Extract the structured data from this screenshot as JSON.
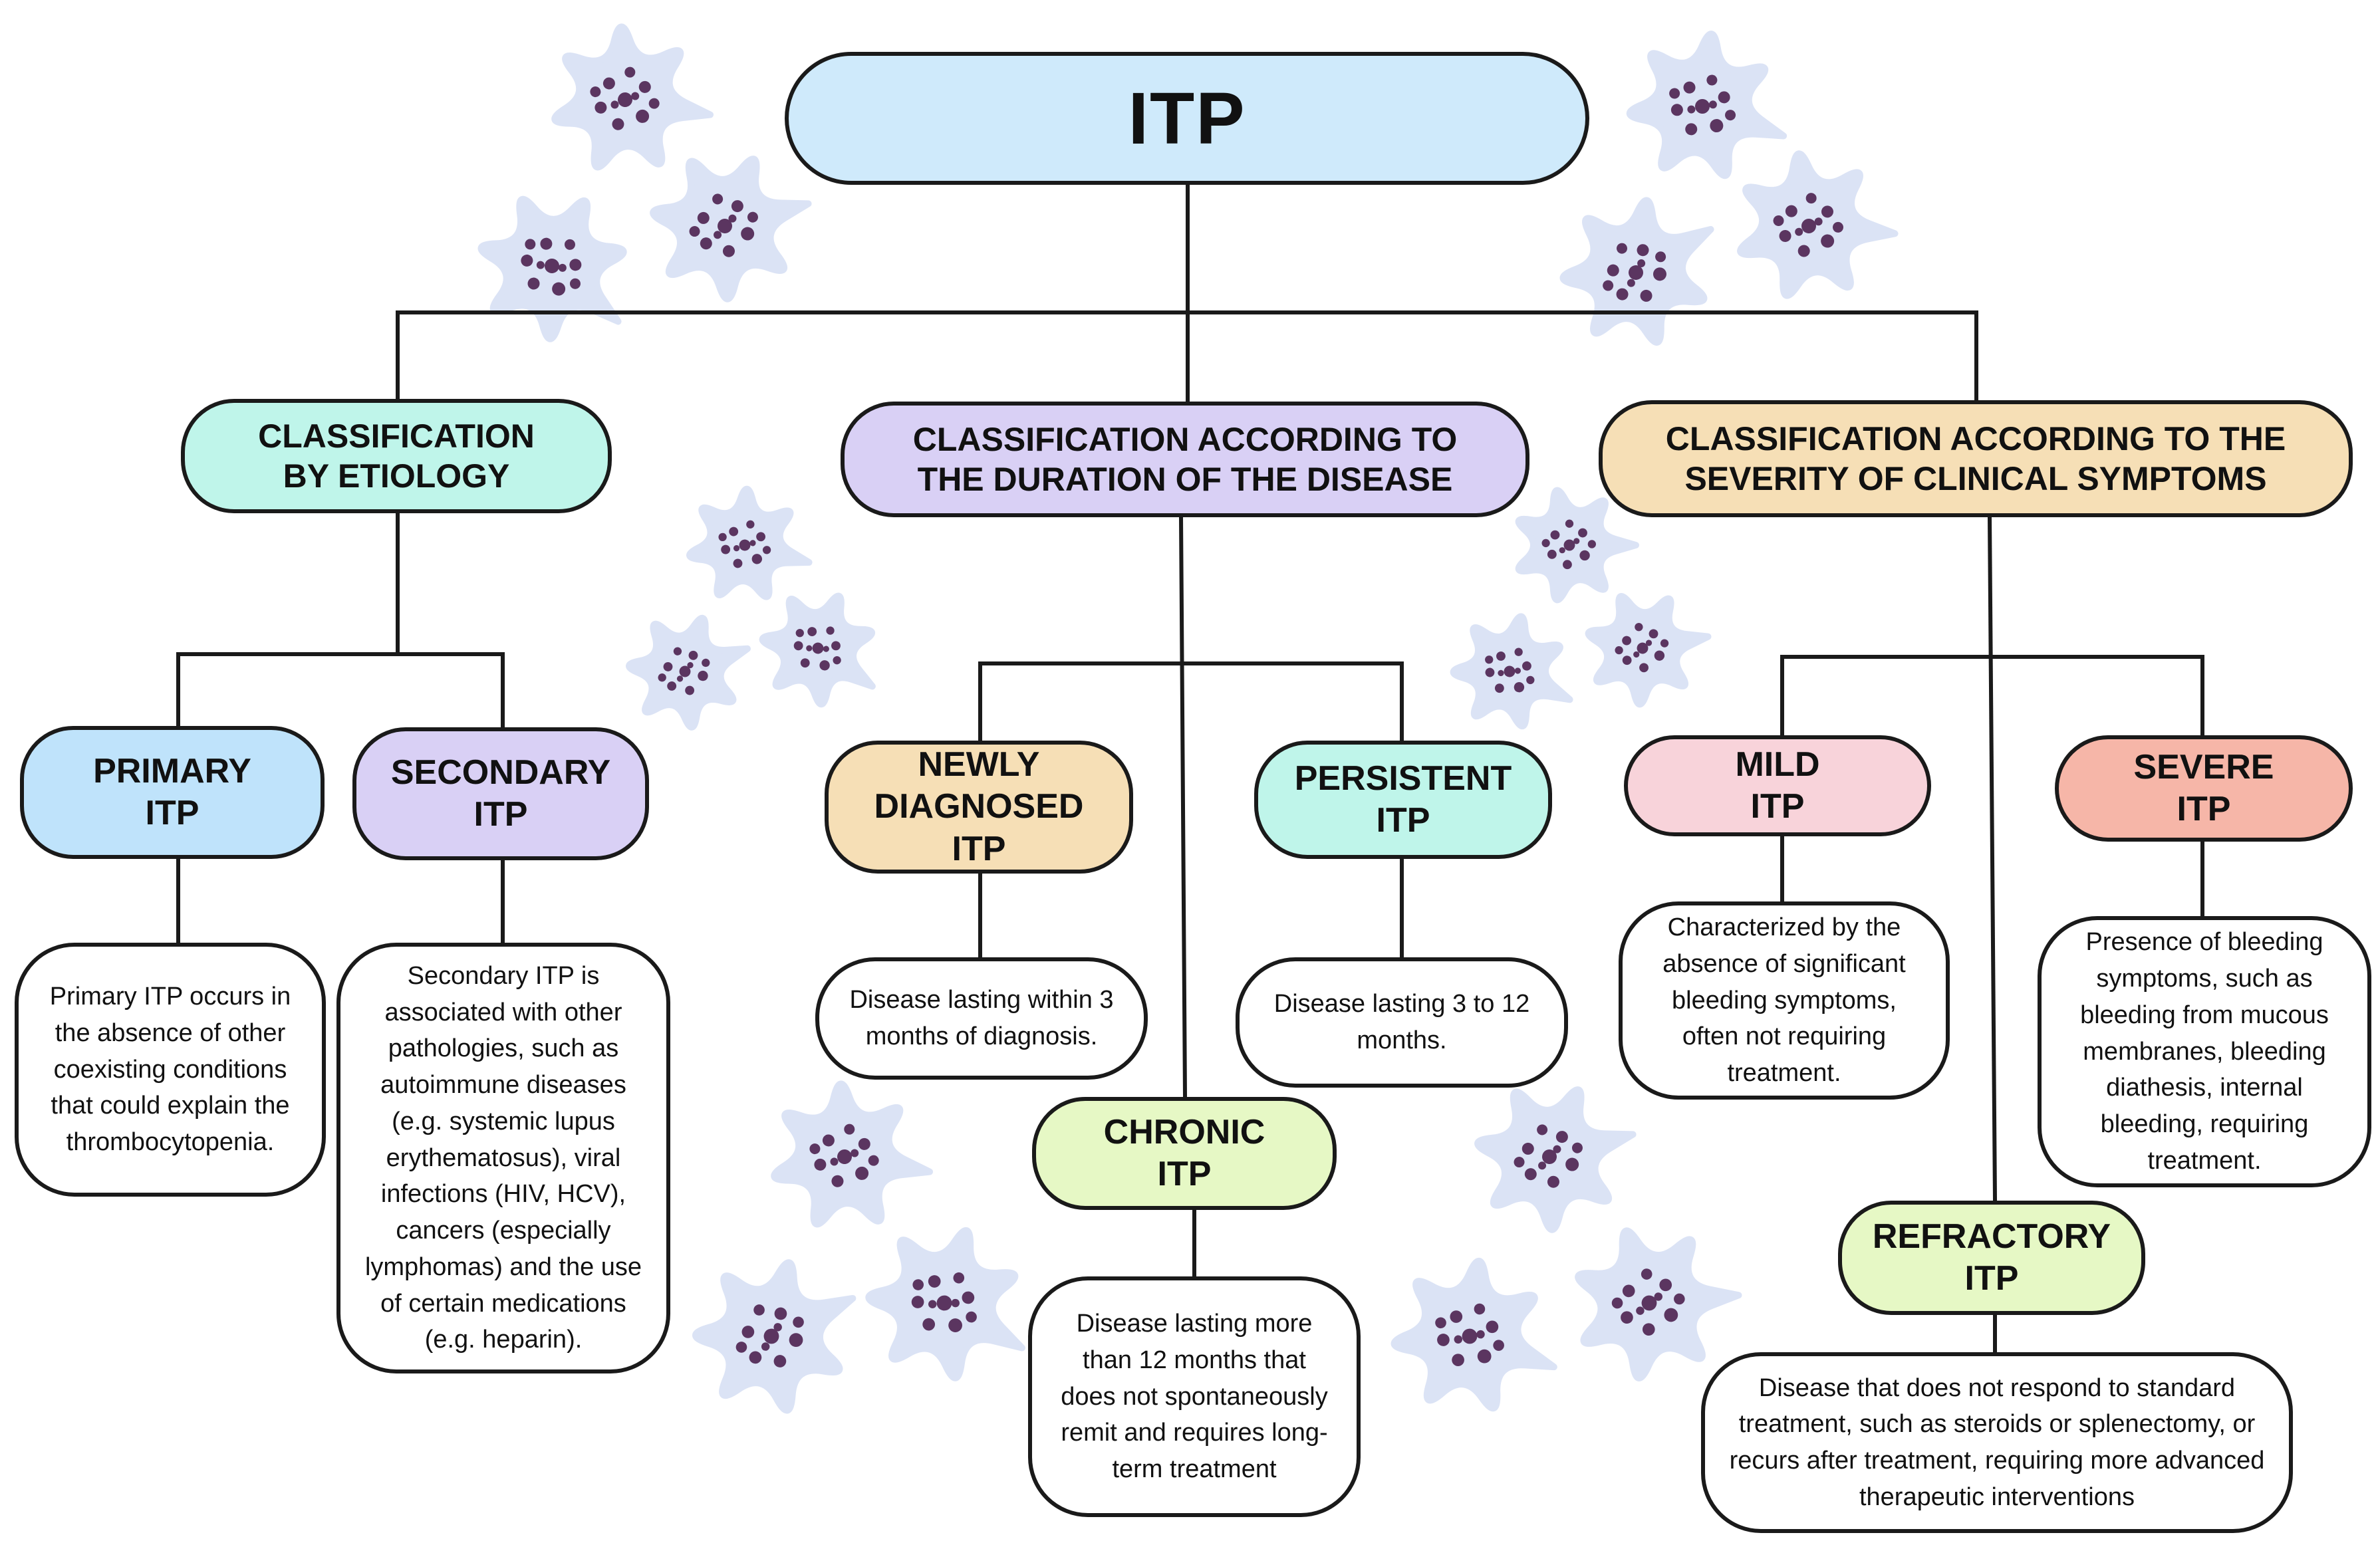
{
  "colors": {
    "title_bg": "#cfeafb",
    "etiology_bg": "#bff5ea",
    "duration_bg": "#d9d0f5",
    "severity_bg": "#f6dfb6",
    "primary_bg": "#bfe3fb",
    "secondary_bg": "#d9d0f5",
    "newly_bg": "#f6dfb6",
    "persistent_bg": "#bff5ea",
    "chronic_bg": "#e6f8c5",
    "mild_bg": "#f8d3da",
    "severe_bg": "#f6b6a8",
    "refractory_bg": "#e6f8c5",
    "line": "#1a1a1a",
    "cell_body": "#dbe3f5",
    "cell_granule": "#5b3560"
  },
  "icons": {
    "decoration": "platelet-icon"
  },
  "diagram": {
    "title": "ITP",
    "categories": {
      "etiology": {
        "line1": "CLASSIFICATION",
        "line2": "BY ETIOLOGY"
      },
      "duration": {
        "line1": "CLASSIFICATION ACCORDING TO",
        "line2": "THE DURATION OF THE DISEASE"
      },
      "severity": {
        "line1": "CLASSIFICATION ACCORDING TO THE",
        "line2": "SEVERITY OF CLINICAL SYMPTOMS"
      }
    },
    "types": {
      "primary": {
        "line1": "PRIMARY",
        "line2": "ITP",
        "description": "Primary ITP occurs in the absence of other coexisting conditions that could explain the thrombocytopenia."
      },
      "secondary": {
        "line1": "SECONDARY",
        "line2": "ITP",
        "description": "Secondary ITP is associated with other pathologies, such as autoimmune diseases (e.g. systemic lupus erythematosus), viral infections (HIV, HCV), cancers (especially lymphomas) and the use of certain medications (e.g. heparin)."
      },
      "newly": {
        "line1": "NEWLY",
        "line2": "DIAGNOSED",
        "line3": "ITP",
        "description": "Disease lasting within 3 months of diagnosis."
      },
      "persistent": {
        "line1": "PERSISTENT",
        "line2": "ITP",
        "description": "Disease lasting 3 to 12 months."
      },
      "chronic": {
        "line1": "CHRONIC",
        "line2": "ITP",
        "description": "Disease lasting more than 12 months that does not spontaneously remit and requires long-term treatment"
      },
      "mild": {
        "line1": "MILD",
        "line2": "ITP",
        "description": "Characterized by the absence of significant bleeding symptoms, often not requiring treatment."
      },
      "severe": {
        "line1": "SEVERE",
        "line2": "ITP",
        "description": "Presence of bleeding symptoms, such as bleeding from mucous membranes, bleeding diathesis, internal bleeding, requiring treatment."
      },
      "refractory": {
        "line1": "REFRACTORY",
        "line2": "ITP",
        "description": "Disease that does not respond to standard treatment, such as steroids or splenectomy, or recurs after treatment, requiring more advanced therapeutic interventions"
      }
    }
  }
}
